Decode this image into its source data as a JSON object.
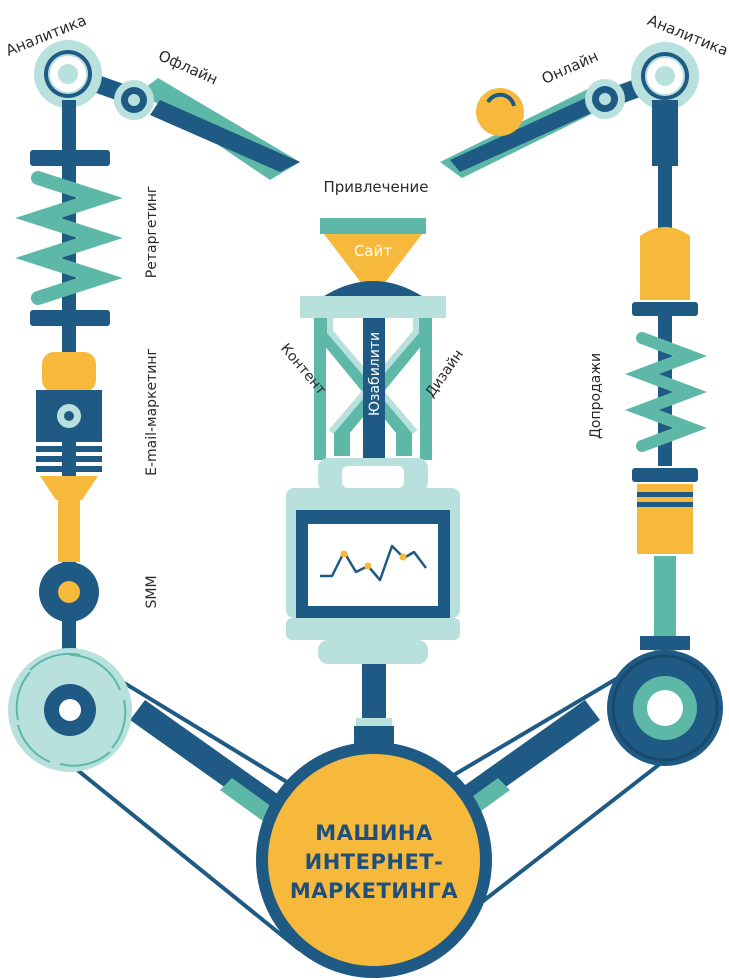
{
  "labels": {
    "analytics_left": "Аналитика",
    "offline": "Офлайн",
    "analytics_right": "Аналитика",
    "online": "Онлайн",
    "attraction": "Привлечение",
    "site": "Сайт",
    "retargeting": "Ретаргетинг",
    "email_marketing": "E-mail-маркетинг",
    "smm": "SMM",
    "content": "Контент",
    "usability": "Юзабилити",
    "design": "Дизайн",
    "upsell": "Допродажи",
    "core_line1": "МАШИНА",
    "core_line2": "ИНТЕРНЕТ-",
    "core_line3": "МАРКЕТИНГА"
  },
  "colors": {
    "navy": "#1f5a84",
    "teal": "#5db8a8",
    "light_teal": "#b8e0dc",
    "yellow": "#f6b93b",
    "white": "#ffffff"
  },
  "icons": {
    "monitor_graph": "line-chart-icon"
  }
}
